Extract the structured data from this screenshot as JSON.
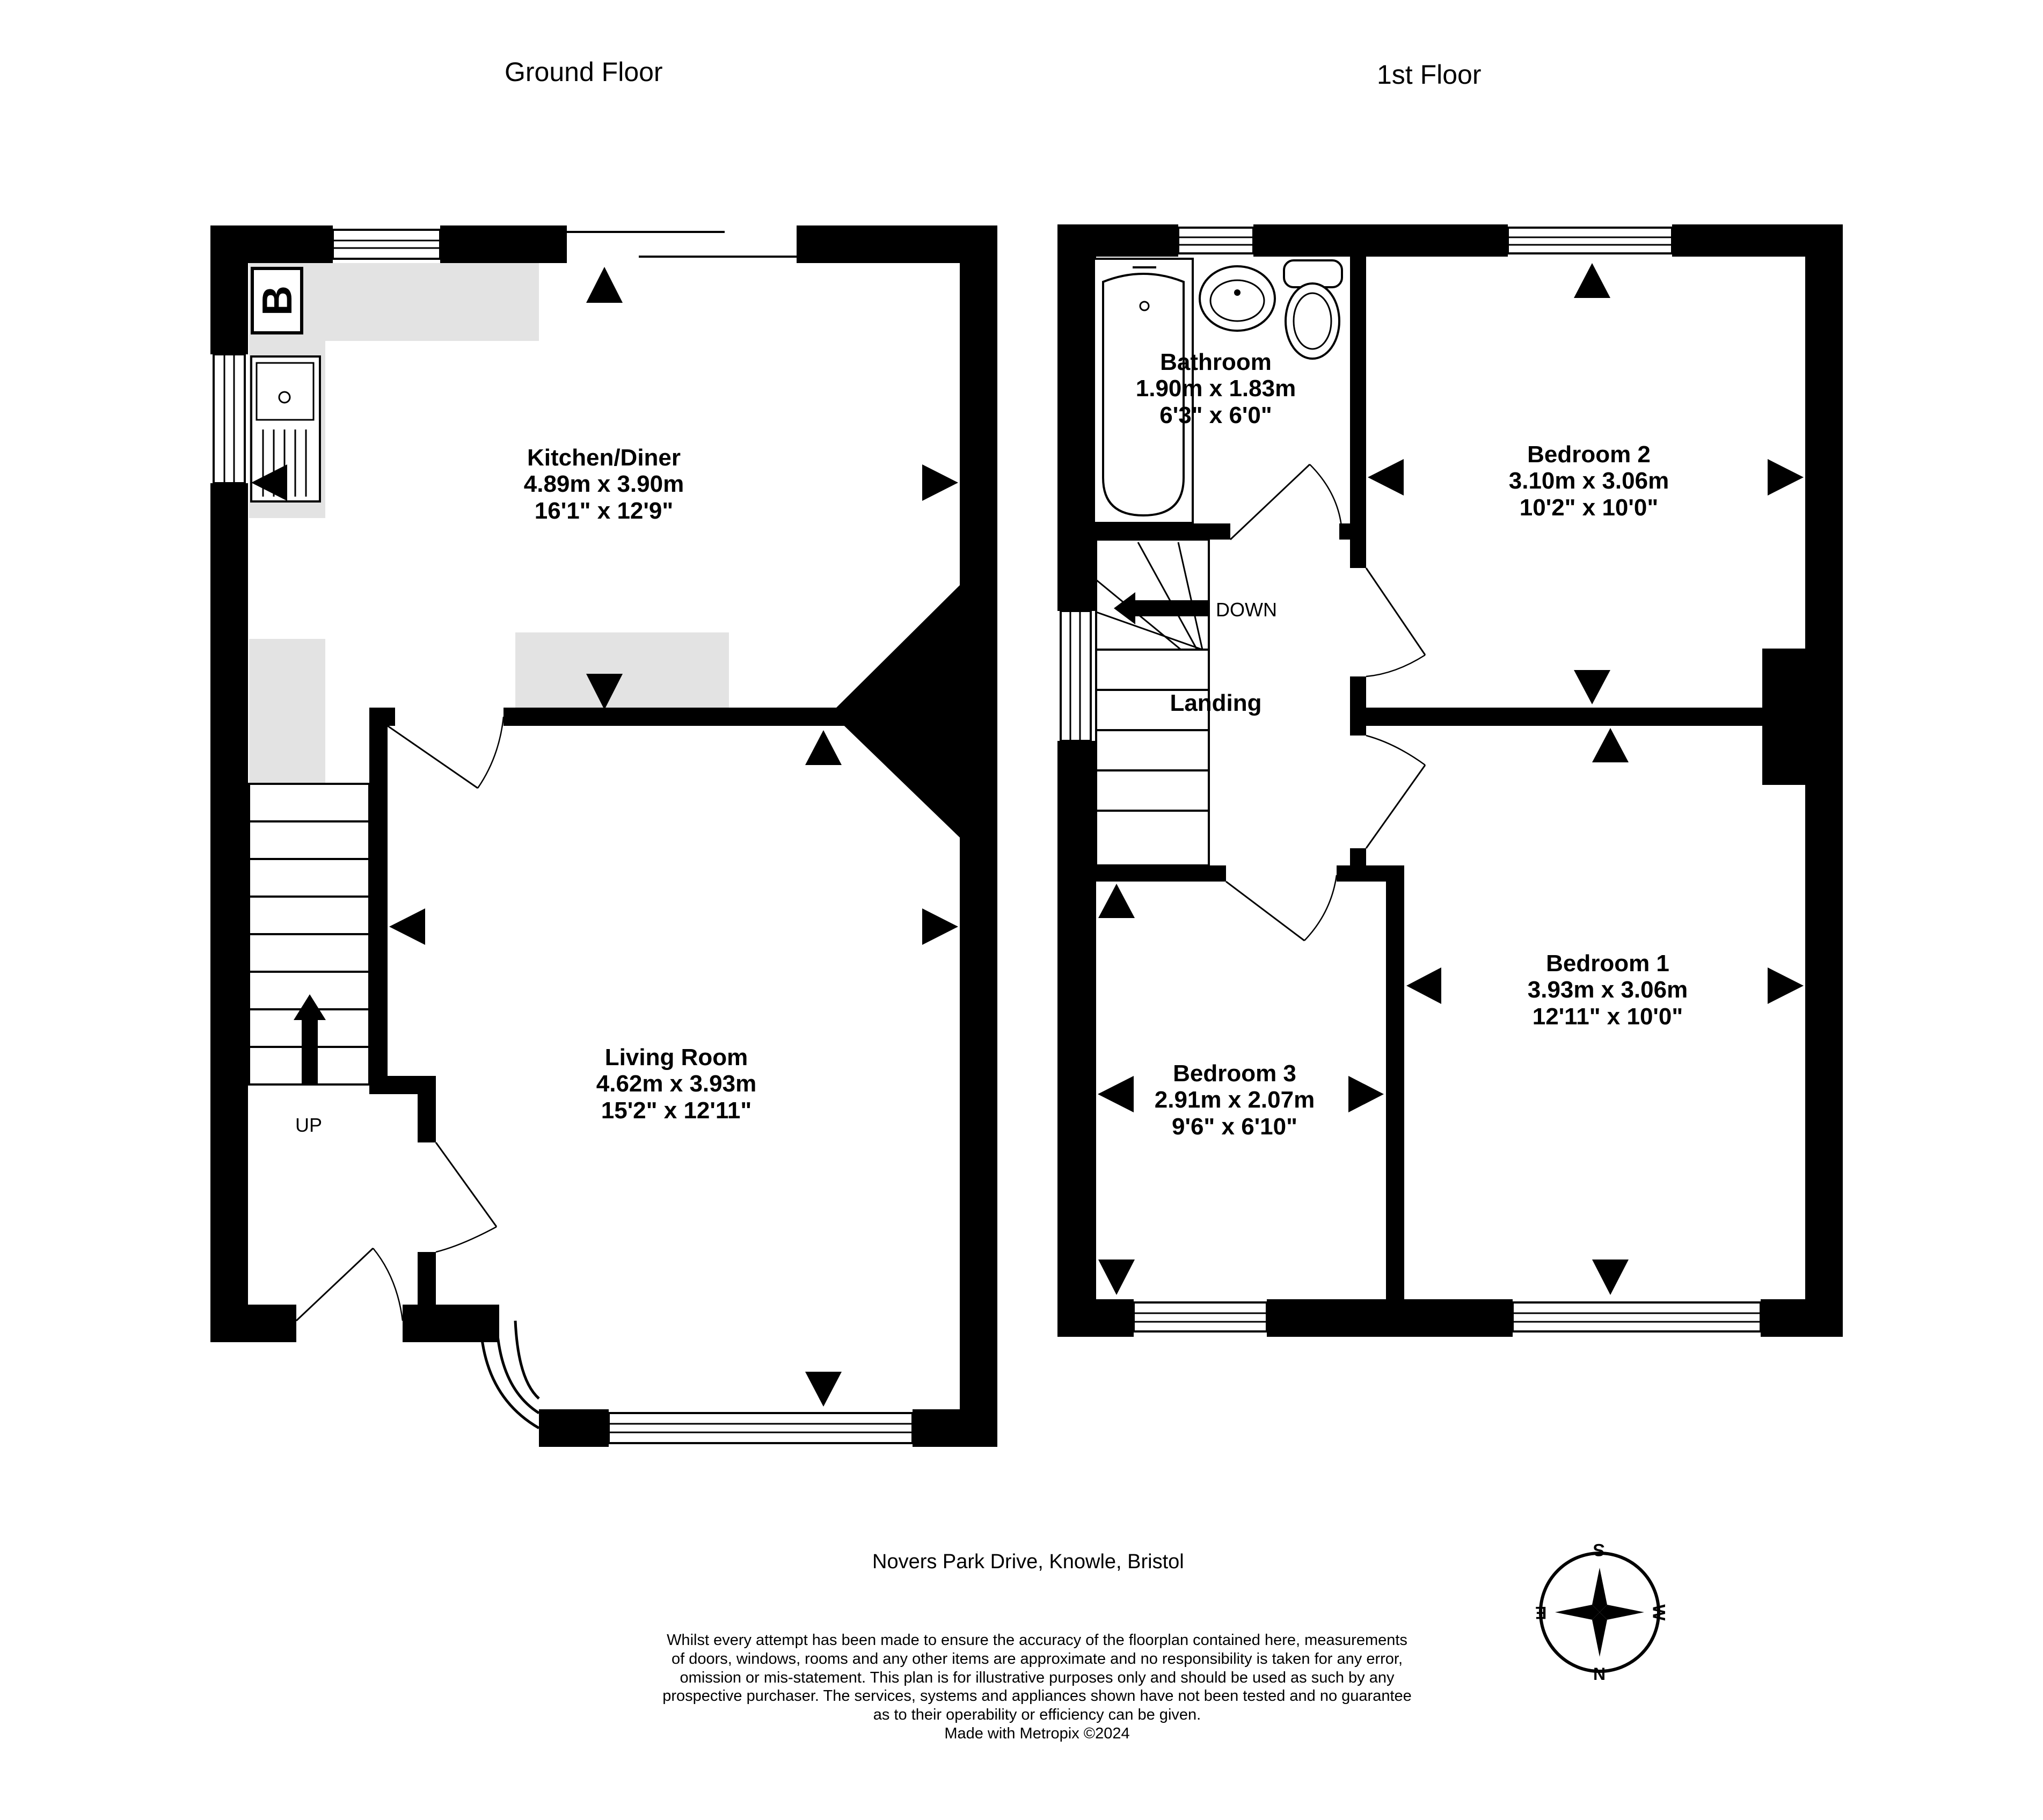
{
  "floors": {
    "ground": {
      "title": "Ground Floor"
    },
    "first": {
      "title": "1st Floor"
    }
  },
  "rooms": {
    "kitchen": {
      "name": "Kitchen/Diner",
      "metric": "4.89m  x 3.90m",
      "imperial": "16'1\"  x 12'9\""
    },
    "living": {
      "name": "Living Room",
      "metric": "4.62m  x 3.93m",
      "imperial": "15'2\"  x 12'11\""
    },
    "bathroom": {
      "name": "Bathroom",
      "metric": "1.90m  x 1.83m",
      "imperial": "6'3\"  x 6'0\""
    },
    "bedroom2": {
      "name": "Bedroom 2",
      "metric": "3.10m  x 3.06m",
      "imperial": "10'2\"  x 10'0\""
    },
    "bedroom1": {
      "name": "Bedroom 1",
      "metric": "3.93m  x 3.06m",
      "imperial": "12'11\"  x 10'0\""
    },
    "bedroom3": {
      "name": "Bedroom 3",
      "metric": "2.91m  x 2.07m",
      "imperial": "9'6\"  x 6'10\""
    },
    "landing": {
      "name": "Landing"
    }
  },
  "labels": {
    "boiler": "B",
    "stairs_up": "UP",
    "stairs_down": "DOWN"
  },
  "address": "Novers Park Drive, Knowle, Bristol",
  "disclaimer": [
    "Whilst every attempt has been made to ensure the accuracy of the floorplan contained here, measurements",
    "of doors, windows, rooms and any other items are approximate and no responsibility is taken for any error,",
    "omission or mis-statement. This plan is for illustrative purposes only and should be used as such by any",
    "prospective purchaser. The services, systems and appliances shown have not been tested and no guarantee",
    "as to their operability or efficiency can be given.",
    "Made with Metropix ©2024"
  ],
  "compass": {
    "top": "S",
    "bottom": "N",
    "left": "E",
    "right": "W"
  },
  "colors": {
    "wall": "#000000",
    "fitting": "#e3e3e3",
    "background": "#ffffff"
  }
}
